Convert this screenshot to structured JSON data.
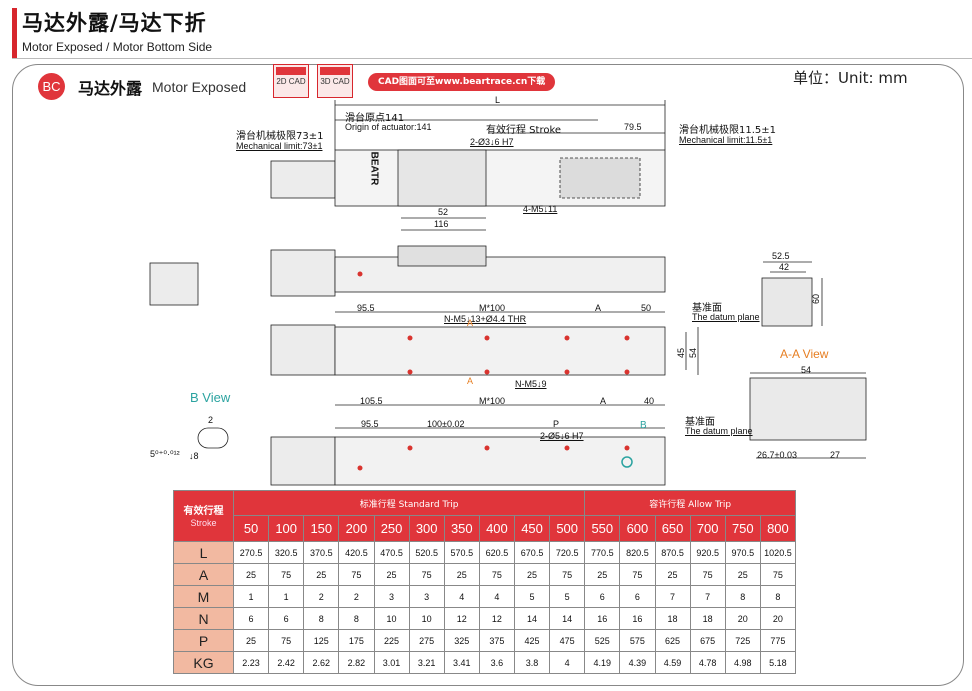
{
  "header": {
    "title_cn": "马达外露/马达下折",
    "title_en": "Motor Exposed / Motor Bottom Side"
  },
  "section": {
    "badge": "BC",
    "title_cn": "马达外露",
    "title_en": "Motor Exposed"
  },
  "cad": {
    "icon_2d": "2D CAD",
    "icon_3d": "3D CAD",
    "link": "CAD图面可至www.beartrace.cn下载"
  },
  "unit": "单位：Unit: mm",
  "drawing": {
    "dim_L": "L",
    "origin_cn": "滑台原点141",
    "origin_en": "Origin of actuator:141",
    "stroke": "有效行程 Stroke",
    "dim_79_5": "79.5",
    "mech_left_cn": "滑台机械极限73±1",
    "mech_left_en": "Mechanical limit:73±1",
    "mech_right_cn": "滑台机械极限11.5±1",
    "mech_right_en": "Mechanical limit:11.5±1",
    "pin_holes": "2-Ø3↓6 H7",
    "dim_52": "52",
    "dim_116": "116",
    "m5_holes": "4-M5↓11",
    "dim_52_5": "52.5",
    "dim_42": "42",
    "dim_60": "60",
    "datum_cn": "基准面",
    "datum_en": "The datum plane",
    "dim_95_5": "95.5",
    "dim_M100": "M*100",
    "dim_A": "A",
    "dim_50": "50",
    "thr_holes": "N-M5↓13+Ø4.4 THR",
    "nm5_holes": "N-M5↓9",
    "dim_45": "45",
    "dim_54": "54",
    "aa_view": "A-A View",
    "dim_54b": "54",
    "marker_A": "A",
    "dim_105_5": "105.5",
    "dim_40": "40",
    "b_view": "B View",
    "dim_2": "2",
    "dim_8": "↓8",
    "tol_5": "5⁰⁺⁰·⁰¹²",
    "dim_100": "100±0.02",
    "dim_P": "P",
    "pin_holes_b": "2-Ø5↓6 H7",
    "marker_B": "B",
    "dim_26_7": "26.7±0.03",
    "dim_27": "27",
    "brand": "BEATR"
  },
  "table": {
    "corner_cn": "有效行程",
    "corner_en": "Stroke",
    "std_label": "标准行程 Standard Trip",
    "allow_label": "容许行程 Allow Trip",
    "strokes": [
      "50",
      "100",
      "150",
      "200",
      "250",
      "300",
      "350",
      "400",
      "450",
      "500",
      "550",
      "600",
      "650",
      "700",
      "750",
      "800"
    ],
    "rows": [
      {
        "label": "L",
        "values": [
          "270.5",
          "320.5",
          "370.5",
          "420.5",
          "470.5",
          "520.5",
          "570.5",
          "620.5",
          "670.5",
          "720.5",
          "770.5",
          "820.5",
          "870.5",
          "920.5",
          "970.5",
          "1020.5"
        ]
      },
      {
        "label": "A",
        "values": [
          "25",
          "75",
          "25",
          "75",
          "25",
          "75",
          "25",
          "75",
          "25",
          "75",
          "25",
          "75",
          "25",
          "75",
          "25",
          "75"
        ]
      },
      {
        "label": "M",
        "values": [
          "1",
          "1",
          "2",
          "2",
          "3",
          "3",
          "4",
          "4",
          "5",
          "5",
          "6",
          "6",
          "7",
          "7",
          "8",
          "8"
        ]
      },
      {
        "label": "N",
        "values": [
          "6",
          "6",
          "8",
          "8",
          "10",
          "10",
          "12",
          "12",
          "14",
          "14",
          "16",
          "16",
          "18",
          "18",
          "20",
          "20"
        ]
      },
      {
        "label": "P",
        "values": [
          "25",
          "75",
          "125",
          "175",
          "225",
          "275",
          "325",
          "375",
          "425",
          "475",
          "525",
          "575",
          "625",
          "675",
          "725",
          "775"
        ]
      },
      {
        "label": "KG",
        "values": [
          "2.23",
          "2.42",
          "2.62",
          "2.82",
          "3.01",
          "3.21",
          "3.41",
          "3.6",
          "3.8",
          "4",
          "4.19",
          "4.39",
          "4.59",
          "4.78",
          "4.98",
          "5.18"
        ]
      }
    ]
  }
}
